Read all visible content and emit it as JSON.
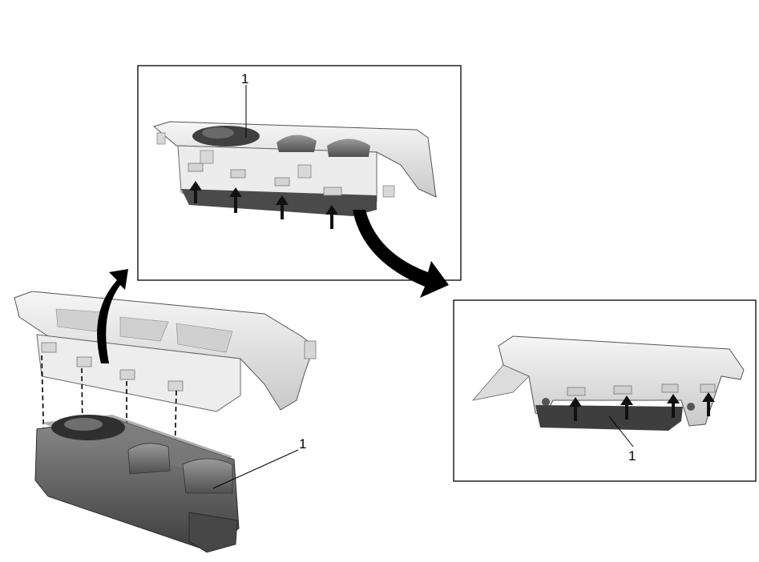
{
  "callouts": {
    "top_panel": "1",
    "right_panel": "1",
    "left_assembly": "1"
  },
  "colors": {
    "line": "#000000",
    "bezel_light": "#e9e9e9",
    "bezel_mid": "#cfcfcf",
    "switch_dark": "#5a5a5a",
    "switch_darker": "#3c3c3c",
    "arrow": "#111111"
  }
}
